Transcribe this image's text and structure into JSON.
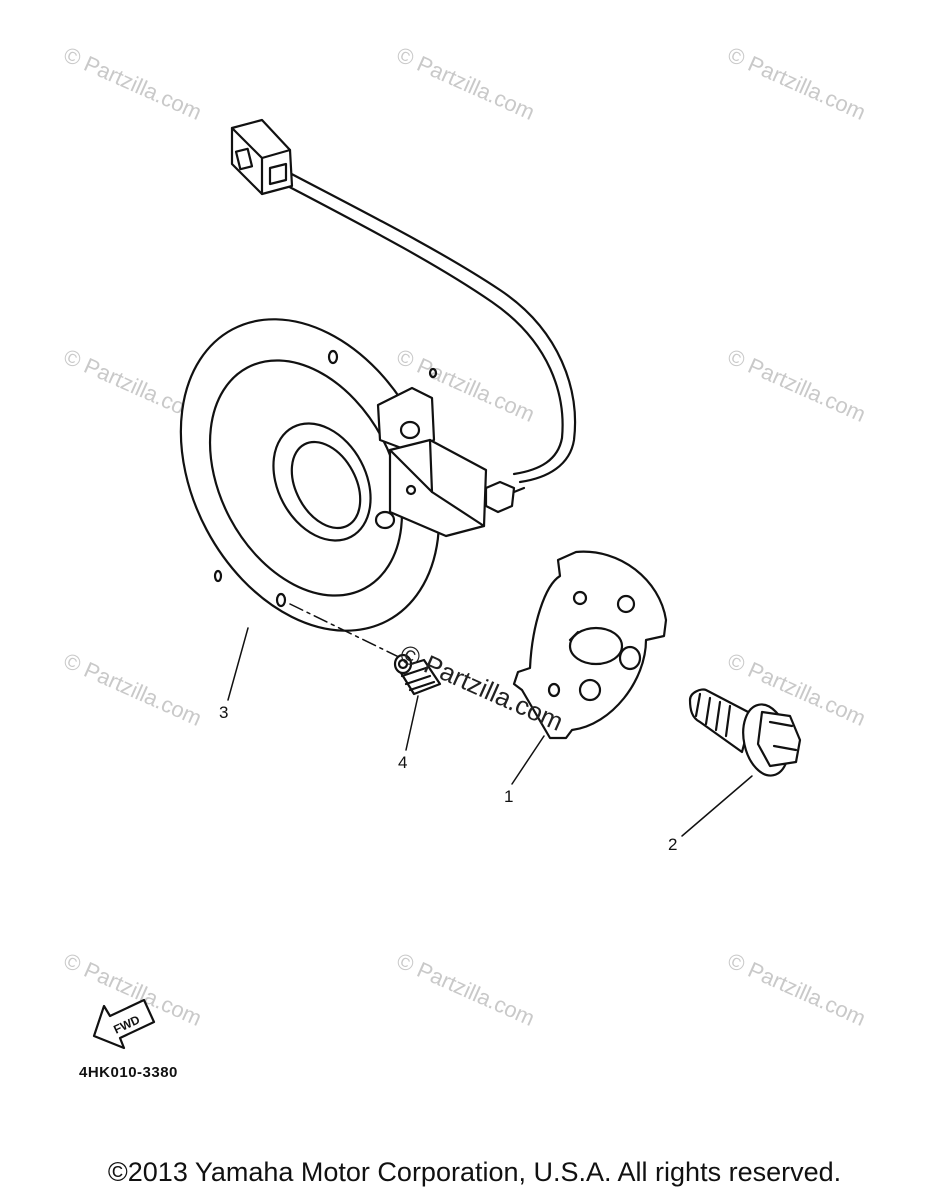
{
  "watermark": "© Partzilla.com",
  "watermark_center": "© Partzilla.com",
  "callouts": {
    "part_1": "1",
    "part_2": "2",
    "part_3": "3",
    "part_4": "4"
  },
  "fwd_label": "FWD",
  "diagram_code": "4HK010-3380",
  "copyright": "©2013  Yamaha Motor Corporation, U.S.A. All rights reserved."
}
